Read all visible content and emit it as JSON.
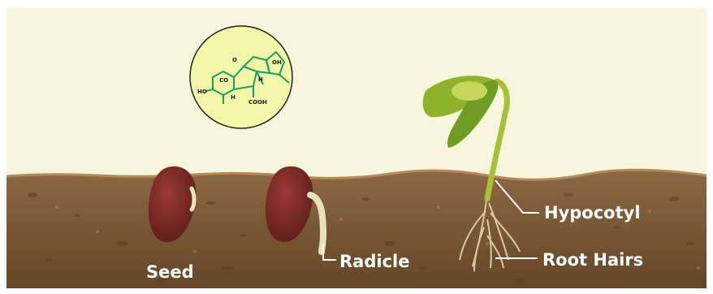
{
  "colors": {
    "sky": "#f7f5dc",
    "soil_top": "#8a6440",
    "soil_bottom": "#6a4a2c",
    "bean": "#7a2a26",
    "bean_dark": "#5a1c1a",
    "sprout_green": "#9fb830",
    "leaf_green": "#8fb32a",
    "root": "#d9cfa0",
    "label_text": "#ffffff",
    "molecule_circle": "#f4f6a8",
    "molecule_bond": "#17a060"
  },
  "molecule": {
    "atoms": {
      "o_top": "O",
      "oh_right": "OH",
      "co": "CO",
      "h_right": "H",
      "ho_left": "HO",
      "h_bottom": "H",
      "cooh": "COOH"
    }
  },
  "labels": {
    "seed": "Seed",
    "radicle": "Radicle",
    "hypocotyl": "Hypocotyl",
    "root_hairs": "Root Hairs"
  }
}
